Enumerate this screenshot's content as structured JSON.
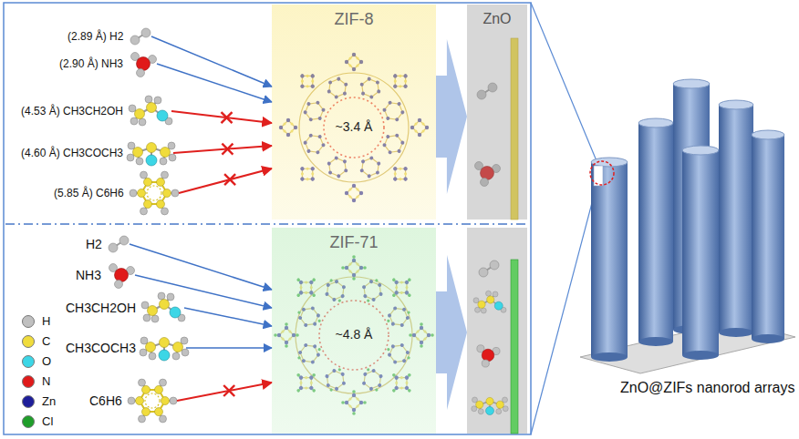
{
  "diagram": {
    "nodes": [
      {
        "text": [
          "(2.89 Å) H2"
        ]
      },
      {
        "text": [
          "(2.90 Å) NH3"
        ]
      },
      {
        "text": [
          "(4.53 Å) CH3CH2OH"
        ]
      },
      {
        "text": [
          "(4.60 Å) CH3COCH3"
        ]
      },
      {
        "text": [
          "(5.85 Å) C6H6"
        ]
      },
      {
        "text": [
          "ZIF-8",
          "~3.4 Å"
        ]
      },
      {
        "text": [
          "ZnO"
        ]
      },
      {
        "text": [
          "H2"
        ]
      },
      {
        "text": [
          "NH3"
        ]
      },
      {
        "text": [
          "CH3CH2OH"
        ]
      },
      {
        "text": [
          "CH3COCH3"
        ]
      },
      {
        "text": [
          "C6H6"
        ]
      },
      {
        "text": [
          "ZIF-71",
          "~4.8 Å"
        ]
      }
    ],
    "edges": [
      {
        "from": 0,
        "to": 5,
        "arrow": "to"
      },
      {
        "from": 1,
        "to": 5,
        "arrow": "to"
      },
      {
        "from": 2,
        "to": 5,
        "arrow": "to"
      },
      {
        "from": 3,
        "to": 5,
        "arrow": "to"
      },
      {
        "from": 4,
        "to": 5,
        "arrow": "to"
      },
      {
        "from": 5,
        "to": 6,
        "arrow": "to"
      },
      {
        "from": 7,
        "to": 12,
        "arrow": "to"
      },
      {
        "from": 8,
        "to": 12,
        "arrow": "to"
      },
      {
        "from": 9,
        "to": 12,
        "arrow": "to"
      },
      {
        "from": 10,
        "to": 12,
        "arrow": "to"
      },
      {
        "from": 11,
        "to": 12,
        "arrow": "to"
      }
    ],
    "labels": [
      "ZnO@ZIFs nanorod arrays"
    ],
    "legend": [
      {
        "text": "H",
        "color": "#c0c0c0"
      },
      {
        "text": "C",
        "color": "#f0dc3c"
      },
      {
        "text": "O",
        "color": "#3cd6e6"
      },
      {
        "text": "N",
        "color": "#e01a1a"
      },
      {
        "text": "Zn",
        "color": "#1e1e9a"
      },
      {
        "text": "Cl",
        "color": "#1f9e2a"
      }
    ]
  }
}
